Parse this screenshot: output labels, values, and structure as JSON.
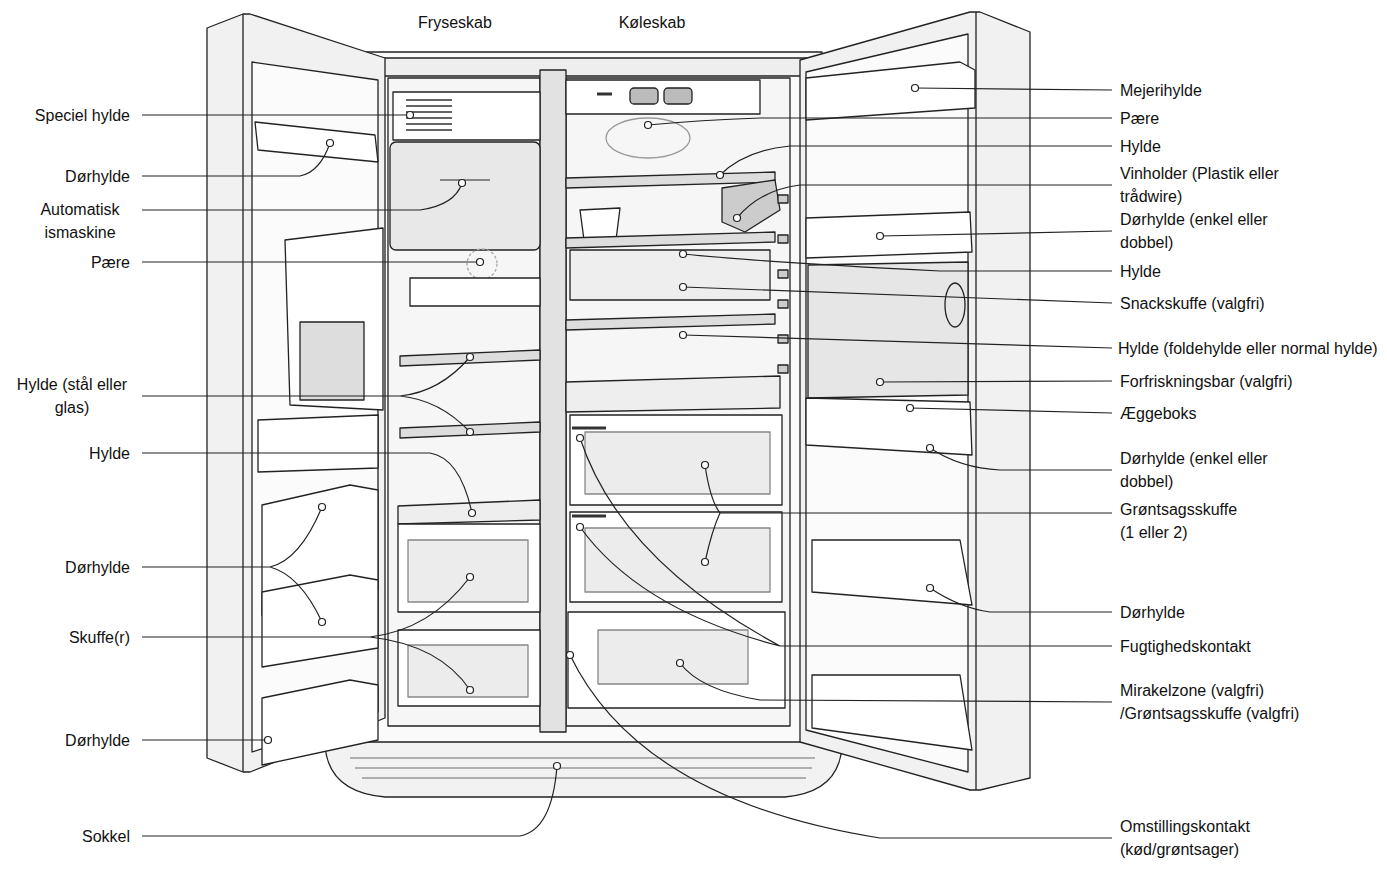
{
  "diagram": {
    "labels": [
      "Fryseskab",
      "Køleskab",
      "Speciel hylde",
      "Dørhylde",
      "Automatisk ismaskine",
      "Pære",
      "Hylde (stål eller glas)",
      "Hylde",
      "Dørhylde",
      "Skuffe(r)",
      "Dørhylde",
      "Sokkel",
      "Mejerihylde",
      "Pære",
      "Hylde",
      "Vinholder (Plastik eller trådwire)",
      "Dørhylde (enkel eller dobbel)",
      "Hylde",
      "Snackskuffe (valgfri)",
      "Hylde (foldehylde eller normal hylde)",
      "Forfriskningsbar (valgfri)",
      "Æggeboks",
      "Dørhylde (enkel eller dobbel)",
      "Grøntsagsskuffe (1 eller 2)",
      "Dørhylde",
      "Fugtighedskontakt",
      "Mirakelzone (valgfri) /Grøntsagsskuffe (valgfri)",
      "Omstillingskontakt (kød/grøntsager)"
    ]
  }
}
